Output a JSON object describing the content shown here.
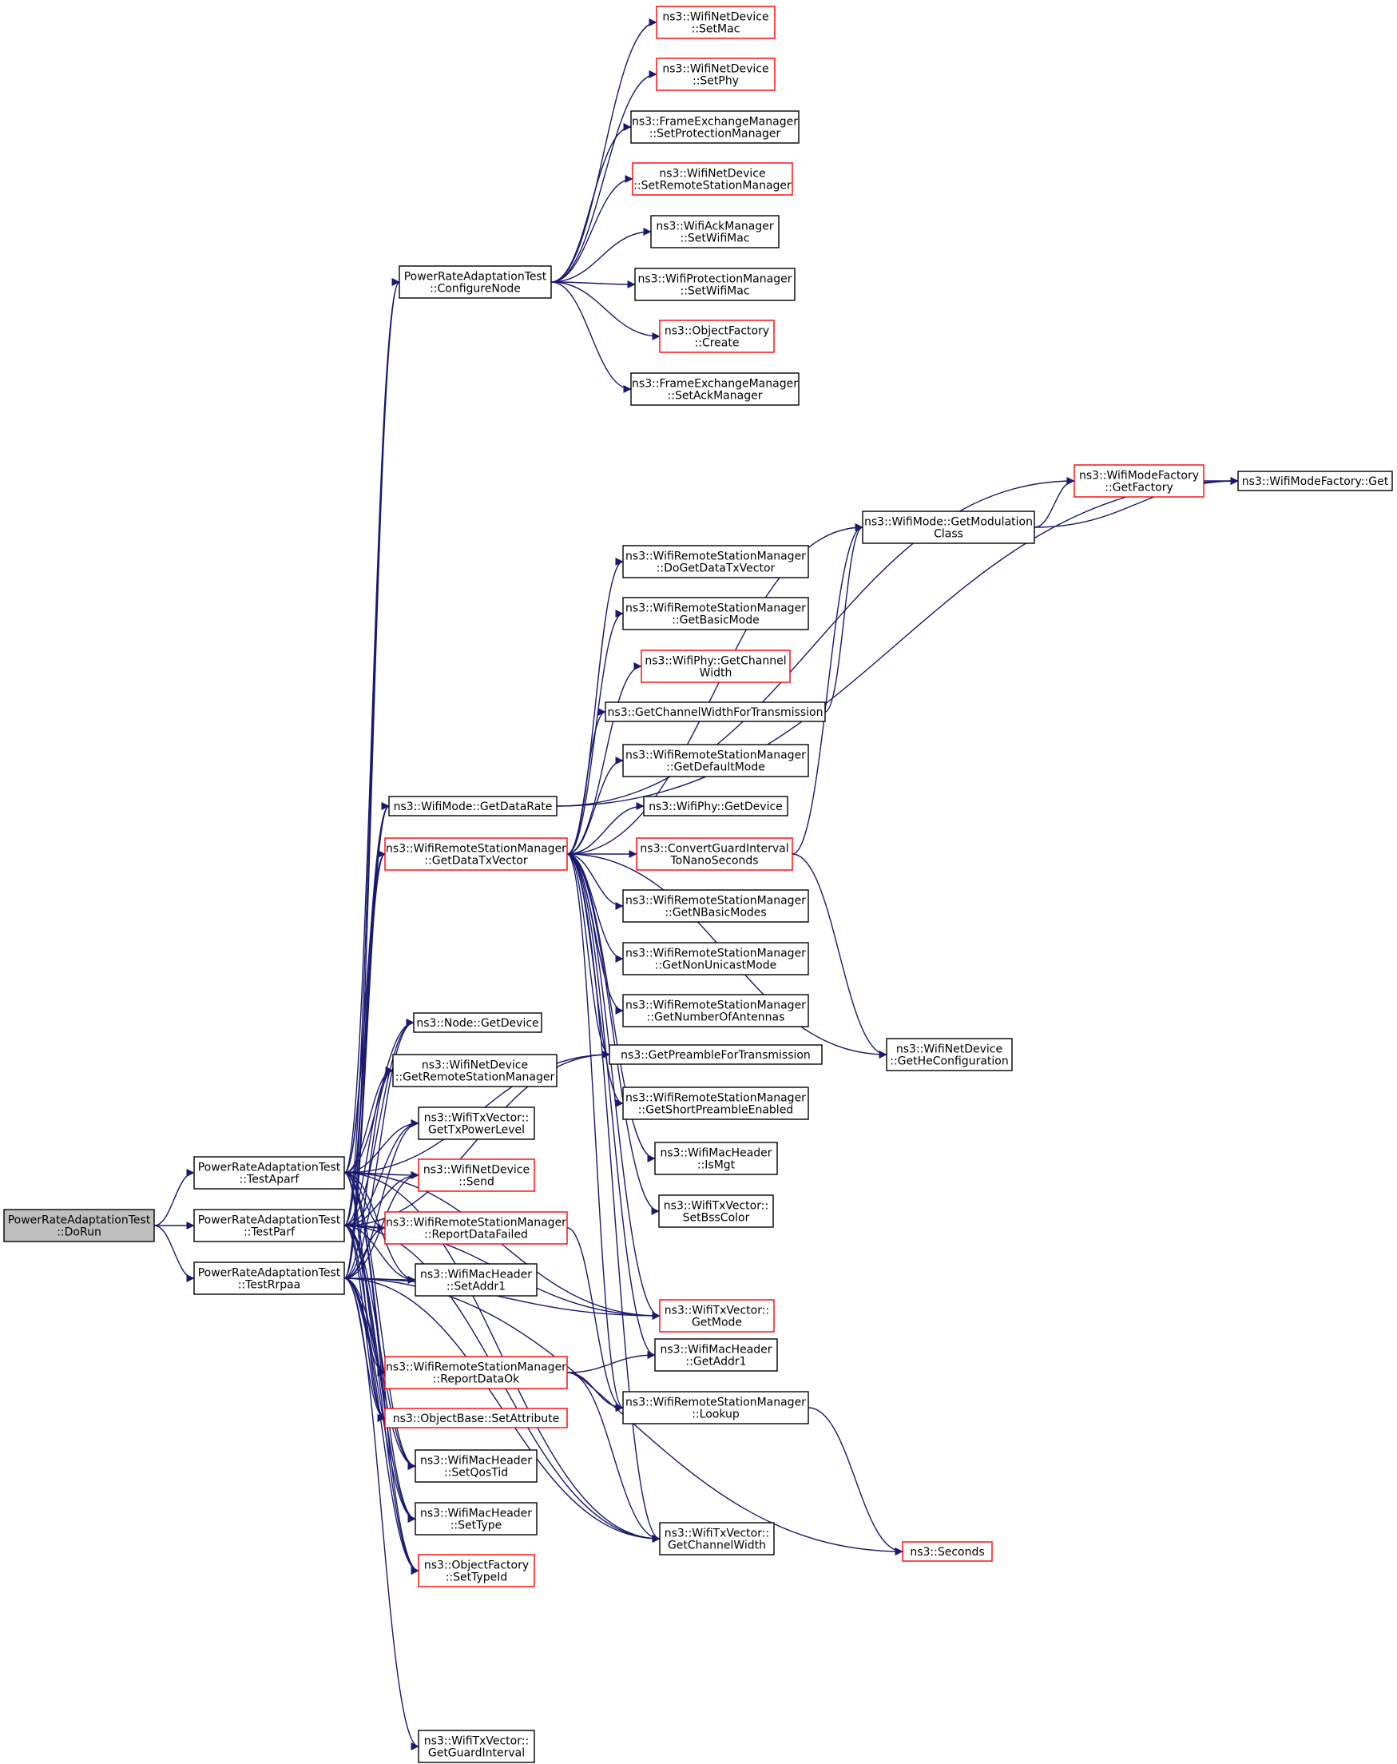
{
  "graph": {
    "root": "n_dorun",
    "nodes": [
      {
        "id": "n_dorun",
        "lines": [
          "PowerRateAdaptationTest",
          "::DoRun"
        ],
        "style": "root"
      },
      {
        "id": "n_testaparf",
        "lines": [
          "PowerRateAdaptationTest",
          "::TestAparf"
        ],
        "style": "normal"
      },
      {
        "id": "n_testparf",
        "lines": [
          "PowerRateAdaptationTest",
          "::TestParf"
        ],
        "style": "normal"
      },
      {
        "id": "n_testrrpaa",
        "lines": [
          "PowerRateAdaptationTest",
          "::TestRrpaa"
        ],
        "style": "normal"
      },
      {
        "id": "n_configurenode",
        "lines": [
          "PowerRateAdaptationTest",
          "::ConfigureNode"
        ],
        "style": "normal"
      },
      {
        "id": "n_setmac",
        "lines": [
          "ns3::WifiNetDevice",
          "::SetMac"
        ],
        "style": "red"
      },
      {
        "id": "n_setphy",
        "lines": [
          "ns3::WifiNetDevice",
          "::SetPhy"
        ],
        "style": "red"
      },
      {
        "id": "n_setprotmgr",
        "lines": [
          "ns3::FrameExchangeManager",
          "::SetProtectionManager"
        ],
        "style": "normal"
      },
      {
        "id": "n_setrsm",
        "lines": [
          "ns3::WifiNetDevice",
          "::SetRemoteStationManager"
        ],
        "style": "red"
      },
      {
        "id": "n_ackmgr_setwifimac",
        "lines": [
          "ns3::WifiAckManager",
          "::SetWifiMac"
        ],
        "style": "normal"
      },
      {
        "id": "n_protmgr_setwifimac",
        "lines": [
          "ns3::WifiProtectionManager",
          "::SetWifiMac"
        ],
        "style": "normal"
      },
      {
        "id": "n_of_create",
        "lines": [
          "ns3::ObjectFactory",
          "::Create"
        ],
        "style": "red"
      },
      {
        "id": "n_setackmgr",
        "lines": [
          "ns3::FrameExchangeManager",
          "::SetAckManager"
        ],
        "style": "normal"
      },
      {
        "id": "n_getfactory",
        "lines": [
          "ns3::WifiModeFactory",
          "::GetFactory"
        ],
        "style": "red"
      },
      {
        "id": "n_wmf_get",
        "lines": [
          "ns3::WifiModeFactory::Get"
        ],
        "style": "normal"
      },
      {
        "id": "n_getmodclass",
        "lines": [
          "ns3::WifiMode::GetModulation",
          "Class"
        ],
        "style": "normal"
      },
      {
        "id": "n_dogetdatatxvector",
        "lines": [
          "ns3::WifiRemoteStationManager",
          "::DoGetDataTxVector"
        ],
        "style": "normal"
      },
      {
        "id": "n_getbasicmode",
        "lines": [
          "ns3::WifiRemoteStationManager",
          "::GetBasicMode"
        ],
        "style": "normal"
      },
      {
        "id": "n_phy_getchannelwidth",
        "lines": [
          "ns3::WifiPhy::GetChannel",
          "Width"
        ],
        "style": "red"
      },
      {
        "id": "n_getcwfortx",
        "lines": [
          "ns3::GetChannelWidthForTransmission"
        ],
        "style": "normal"
      },
      {
        "id": "n_getdefaultmode",
        "lines": [
          "ns3::WifiRemoteStationManager",
          "::GetDefaultMode"
        ],
        "style": "normal"
      },
      {
        "id": "n_phy_getdevice",
        "lines": [
          "ns3::WifiPhy::GetDevice"
        ],
        "style": "normal"
      },
      {
        "id": "n_getdatarate",
        "lines": [
          "ns3::WifiMode::GetDataRate"
        ],
        "style": "normal"
      },
      {
        "id": "n_getdatatxvector",
        "lines": [
          "ns3::WifiRemoteStationManager",
          "::GetDataTxVector"
        ],
        "style": "red"
      },
      {
        "id": "n_convertgi",
        "lines": [
          "ns3::ConvertGuardInterval",
          "ToNanoSeconds"
        ],
        "style": "red"
      },
      {
        "id": "n_getnbasicmodes",
        "lines": [
          "ns3::WifiRemoteStationManager",
          "::GetNBasicModes"
        ],
        "style": "normal"
      },
      {
        "id": "n_getnonunicastmode",
        "lines": [
          "ns3::WifiRemoteStationManager",
          "::GetNonUnicastMode"
        ],
        "style": "normal"
      },
      {
        "id": "n_getnumantennas",
        "lines": [
          "ns3::WifiRemoteStationManager",
          "::GetNumberOfAntennas"
        ],
        "style": "normal"
      },
      {
        "id": "n_getpreamble",
        "lines": [
          "ns3::GetPreambleForTransmission"
        ],
        "style": "normal"
      },
      {
        "id": "n_gethecfg",
        "lines": [
          "ns3::WifiNetDevice",
          "::GetHeConfiguration"
        ],
        "style": "normal"
      },
      {
        "id": "n_node_getdevice",
        "lines": [
          "ns3::Node::GetDevice"
        ],
        "style": "normal"
      },
      {
        "id": "n_getrsm",
        "lines": [
          "ns3::WifiNetDevice",
          "::GetRemoteStationManager"
        ],
        "style": "normal"
      },
      {
        "id": "n_getshortpreamble",
        "lines": [
          "ns3::WifiRemoteStationManager",
          "::GetShortPreambleEnabled"
        ],
        "style": "normal"
      },
      {
        "id": "n_gettxpowerlevel",
        "lines": [
          "ns3::WifiTxVector::",
          "GetTxPowerLevel"
        ],
        "style": "normal"
      },
      {
        "id": "n_ismgt",
        "lines": [
          "ns3::WifiMacHeader",
          "::IsMgt"
        ],
        "style": "normal"
      },
      {
        "id": "n_send",
        "lines": [
          "ns3::WifiNetDevice",
          "::Send"
        ],
        "style": "red"
      },
      {
        "id": "n_setbsscolor",
        "lines": [
          "ns3::WifiTxVector::",
          "SetBssColor"
        ],
        "style": "normal"
      },
      {
        "id": "n_reportdatafailed",
        "lines": [
          "ns3::WifiRemoteStationManager",
          "::ReportDataFailed"
        ],
        "style": "red"
      },
      {
        "id": "n_setaddr1",
        "lines": [
          "ns3::WifiMacHeader",
          "::SetAddr1"
        ],
        "style": "normal"
      },
      {
        "id": "n_getmode",
        "lines": [
          "ns3::WifiTxVector::",
          "GetMode"
        ],
        "style": "red"
      },
      {
        "id": "n_getaddr1",
        "lines": [
          "ns3::WifiMacHeader",
          "::GetAddr1"
        ],
        "style": "normal"
      },
      {
        "id": "n_reportdataok",
        "lines": [
          "ns3::WifiRemoteStationManager",
          "::ReportDataOk"
        ],
        "style": "red"
      },
      {
        "id": "n_lookup",
        "lines": [
          "ns3::WifiRemoteStationManager",
          "::Lookup"
        ],
        "style": "normal"
      },
      {
        "id": "n_setattribute",
        "lines": [
          "ns3::ObjectBase::SetAttribute"
        ],
        "style": "red"
      },
      {
        "id": "n_setqostid",
        "lines": [
          "ns3::WifiMacHeader",
          "::SetQosTid"
        ],
        "style": "normal"
      },
      {
        "id": "n_settype",
        "lines": [
          "ns3::WifiMacHeader",
          "::SetType"
        ],
        "style": "normal"
      },
      {
        "id": "n_txv_getchannelwidth",
        "lines": [
          "ns3::WifiTxVector::",
          "GetChannelWidth"
        ],
        "style": "normal"
      },
      {
        "id": "n_seconds",
        "lines": [
          "ns3::Seconds"
        ],
        "style": "red"
      },
      {
        "id": "n_settypeid",
        "lines": [
          "ns3::ObjectFactory",
          "::SetTypeId"
        ],
        "style": "red"
      },
      {
        "id": "n_getguardinterval",
        "lines": [
          "ns3::WifiTxVector::",
          "GetGuardInterval"
        ],
        "style": "normal"
      }
    ],
    "edges": [
      [
        "n_dorun",
        "n_testaparf"
      ],
      [
        "n_dorun",
        "n_testparf"
      ],
      [
        "n_dorun",
        "n_testrrpaa"
      ],
      [
        "n_configurenode",
        "n_setmac"
      ],
      [
        "n_configurenode",
        "n_setphy"
      ],
      [
        "n_configurenode",
        "n_setprotmgr"
      ],
      [
        "n_configurenode",
        "n_setrsm"
      ],
      [
        "n_configurenode",
        "n_ackmgr_setwifimac"
      ],
      [
        "n_configurenode",
        "n_protmgr_setwifimac"
      ],
      [
        "n_configurenode",
        "n_of_create"
      ],
      [
        "n_configurenode",
        "n_setackmgr"
      ],
      [
        "n_getfactory",
        "n_wmf_get"
      ],
      [
        "n_getmodclass",
        "n_getfactory"
      ],
      [
        "n_getmodclass",
        "n_wmf_get"
      ],
      [
        "n_getdatarate",
        "n_getfactory"
      ],
      [
        "n_getdatarate",
        "n_wmf_get"
      ],
      [
        "n_getcwfortx",
        "n_getmodclass"
      ],
      [
        "n_convertgi",
        "n_getmodclass"
      ],
      [
        "n_convertgi",
        "n_gethecfg"
      ],
      [
        "n_getdatatxvector",
        "n_getmodclass"
      ],
      [
        "n_getdatatxvector",
        "n_dogetdatatxvector"
      ],
      [
        "n_getdatatxvector",
        "n_getbasicmode"
      ],
      [
        "n_getdatatxvector",
        "n_phy_getchannelwidth"
      ],
      [
        "n_getdatatxvector",
        "n_getcwfortx"
      ],
      [
        "n_getdatatxvector",
        "n_getdefaultmode"
      ],
      [
        "n_getdatatxvector",
        "n_phy_getdevice"
      ],
      [
        "n_getdatatxvector",
        "n_convertgi"
      ],
      [
        "n_getdatatxvector",
        "n_getnbasicmodes"
      ],
      [
        "n_getdatatxvector",
        "n_getnonunicastmode"
      ],
      [
        "n_getdatatxvector",
        "n_getnumantennas"
      ],
      [
        "n_getdatatxvector",
        "n_getpreamble"
      ],
      [
        "n_getdatatxvector",
        "n_getshortpreamble"
      ],
      [
        "n_getdatatxvector",
        "n_ismgt"
      ],
      [
        "n_getdatatxvector",
        "n_setbsscolor"
      ],
      [
        "n_getdatatxvector",
        "n_getmode"
      ],
      [
        "n_getdatatxvector",
        "n_getaddr1"
      ],
      [
        "n_getdatatxvector",
        "n_lookup"
      ],
      [
        "n_getdatatxvector",
        "n_txv_getchannelwidth"
      ],
      [
        "n_getdatatxvector",
        "n_gethecfg"
      ],
      [
        "n_reportdataok",
        "n_getaddr1"
      ],
      [
        "n_reportdataok",
        "n_lookup"
      ],
      [
        "n_reportdataok",
        "n_txv_getchannelwidth"
      ],
      [
        "n_reportdatafailed",
        "n_lookup"
      ],
      [
        "n_lookup",
        "n_seconds"
      ],
      [
        "n_testaparf",
        "n_configurenode"
      ],
      [
        "n_testaparf",
        "n_getdatarate"
      ],
      [
        "n_testaparf",
        "n_getdatatxvector"
      ],
      [
        "n_testaparf",
        "n_node_getdevice"
      ],
      [
        "n_testaparf",
        "n_getrsm"
      ],
      [
        "n_testaparf",
        "n_gettxpowerlevel"
      ],
      [
        "n_testaparf",
        "n_send"
      ],
      [
        "n_testaparf",
        "n_reportdatafailed"
      ],
      [
        "n_testaparf",
        "n_setaddr1"
      ],
      [
        "n_testaparf",
        "n_reportdataok"
      ],
      [
        "n_testaparf",
        "n_setattribute"
      ],
      [
        "n_testaparf",
        "n_setqostid"
      ],
      [
        "n_testaparf",
        "n_settype"
      ],
      [
        "n_testaparf",
        "n_settypeid"
      ],
      [
        "n_testaparf",
        "n_getmode"
      ],
      [
        "n_testaparf",
        "n_getpreamble"
      ],
      [
        "n_testaparf",
        "n_txv_getchannelwidth"
      ],
      [
        "n_testparf",
        "n_configurenode"
      ],
      [
        "n_testparf",
        "n_getdatarate"
      ],
      [
        "n_testparf",
        "n_getdatatxvector"
      ],
      [
        "n_testparf",
        "n_node_getdevice"
      ],
      [
        "n_testparf",
        "n_getrsm"
      ],
      [
        "n_testparf",
        "n_gettxpowerlevel"
      ],
      [
        "n_testparf",
        "n_send"
      ],
      [
        "n_testparf",
        "n_reportdatafailed"
      ],
      [
        "n_testparf",
        "n_setaddr1"
      ],
      [
        "n_testparf",
        "n_reportdataok"
      ],
      [
        "n_testparf",
        "n_setattribute"
      ],
      [
        "n_testparf",
        "n_setqostid"
      ],
      [
        "n_testparf",
        "n_settype"
      ],
      [
        "n_testparf",
        "n_settypeid"
      ],
      [
        "n_testparf",
        "n_getmode"
      ],
      [
        "n_testparf",
        "n_getpreamble"
      ],
      [
        "n_testparf",
        "n_txv_getchannelwidth"
      ],
      [
        "n_testrrpaa",
        "n_configurenode"
      ],
      [
        "n_testrrpaa",
        "n_getdatarate"
      ],
      [
        "n_testrrpaa",
        "n_getdatatxvector"
      ],
      [
        "n_testrrpaa",
        "n_node_getdevice"
      ],
      [
        "n_testrrpaa",
        "n_getrsm"
      ],
      [
        "n_testrrpaa",
        "n_gettxpowerlevel"
      ],
      [
        "n_testrrpaa",
        "n_send"
      ],
      [
        "n_testrrpaa",
        "n_reportdatafailed"
      ],
      [
        "n_testrrpaa",
        "n_setaddr1"
      ],
      [
        "n_testrrpaa",
        "n_reportdataok"
      ],
      [
        "n_testrrpaa",
        "n_setattribute"
      ],
      [
        "n_testrrpaa",
        "n_setqostid"
      ],
      [
        "n_testrrpaa",
        "n_settype"
      ],
      [
        "n_testrrpaa",
        "n_settypeid"
      ],
      [
        "n_testrrpaa",
        "n_getmode"
      ],
      [
        "n_testrrpaa",
        "n_txv_getchannelwidth"
      ],
      [
        "n_testrrpaa",
        "n_seconds"
      ],
      [
        "n_testrrpaa",
        "n_getguardinterval"
      ]
    ]
  }
}
